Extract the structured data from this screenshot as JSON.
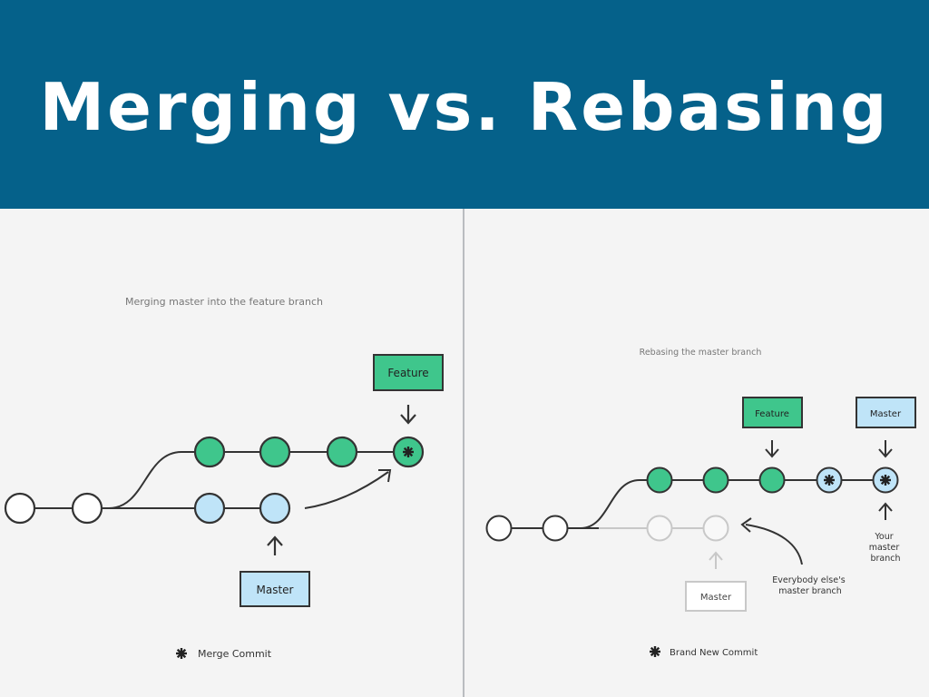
{
  "title": "Merging vs. Rebasing",
  "colors": {
    "header": "#05618a",
    "background": "#f4f4f4",
    "feature_green": "#3fc68c",
    "master_blue": "#bfe4f8",
    "line": "#333333",
    "faded": "#c8c8c8"
  },
  "merge_panel": {
    "caption": "Merging master into the feature branch",
    "feature_label": "Feature",
    "master_label": "Master",
    "legend": "Merge Commit",
    "legend_icon": "asterisk-icon"
  },
  "rebase_panel": {
    "caption": "Rebasing the master branch",
    "feature_label": "Feature",
    "master_label": "Master",
    "faded_master_label": "Master",
    "your_master_note": [
      "Your",
      "master",
      "branch"
    ],
    "others_note": [
      "Everybody else's",
      "master branch"
    ],
    "legend": "Brand New Commit",
    "legend_icon": "asterisk-icon"
  }
}
